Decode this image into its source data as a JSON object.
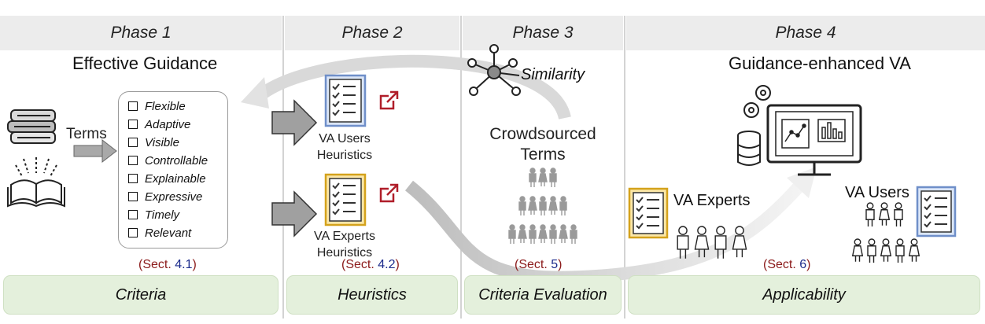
{
  "phases": [
    {
      "header": "Phase 1",
      "bottom": "Criteria"
    },
    {
      "header": "Phase 2",
      "bottom": "Heuristics"
    },
    {
      "header": "Phase 3",
      "bottom": "Criteria Evaluation"
    },
    {
      "header": "Phase 4",
      "bottom": "Applicability"
    }
  ],
  "phase1": {
    "title": "Effective Guidance",
    "terms_label": "Terms",
    "criteria": [
      "Flexible",
      "Adaptive",
      "Visible",
      "Controllable",
      "Explainable",
      "Expressive",
      "Timely",
      "Relevant"
    ],
    "section": {
      "prefix": "(Sect. ",
      "num": "4.1",
      "suffix": ")"
    }
  },
  "phase2": {
    "users_heuristics": [
      "VA Users",
      "Heuristics"
    ],
    "experts_heuristics": [
      "VA Experts",
      "Heuristics"
    ],
    "section": {
      "prefix": "(Sect. ",
      "num": "4.2",
      "suffix": ")"
    }
  },
  "phase3": {
    "similarity": "Similarity",
    "crowdsourced": [
      "Crowdsourced",
      "Terms"
    ],
    "section": {
      "prefix": "(Sect. ",
      "num": "5",
      "suffix": ")"
    }
  },
  "phase4": {
    "title": "Guidance-enhanced VA",
    "va_experts": "VA Experts",
    "va_users": "VA Users",
    "section": {
      "prefix": "(Sect. ",
      "num": "6",
      "suffix": ")"
    }
  },
  "colors": {
    "header_bg": "#ececec",
    "bottom_bg": "#e4f0dc",
    "users_doc": "#dbe6f7",
    "users_doc_border": "#6f8fc9",
    "experts_doc": "#fbe7a8",
    "experts_doc_border": "#d4a21c",
    "link_red": "#b01e2a",
    "section_red": "#8b1a1a",
    "section_blue": "#1a2a8b"
  }
}
